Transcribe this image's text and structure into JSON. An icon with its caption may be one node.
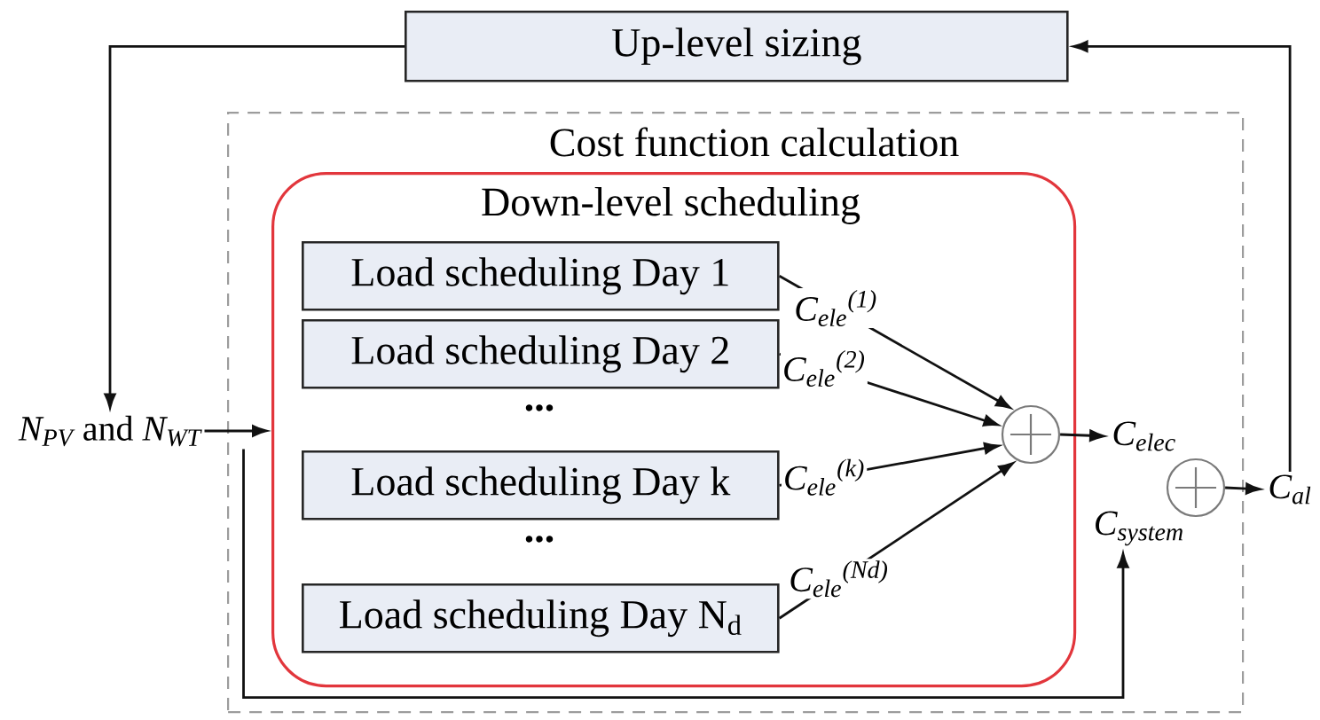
{
  "diagram": {
    "nodes": [
      {
        "text": [
          "Up-level sizing"
        ]
      },
      {
        "text": [
          "Cost function calculation"
        ]
      },
      {
        "text": [
          "Down-level scheduling"
        ],
        "in": 1
      },
      {
        "text": [
          "Load scheduling Day 1"
        ],
        "in": 2
      },
      {
        "text": [
          "Load scheduling Day 2"
        ],
        "in": 2
      },
      {
        "text": [
          "Load scheduling Day k"
        ],
        "in": 2
      },
      {
        "text": [
          "Load scheduling Day N$_{d}$"
        ],
        "in": 2
      },
      {
        "text": [],
        "shape": "circle",
        "in": 2
      },
      {
        "text": [
          "*N$_{PV}$* and *N$_{WT}$*"
        ]
      },
      {
        "text": [
          "C$_{elec}$"
        ],
        "in": 1
      },
      {
        "text": [],
        "shape": "circle",
        "in": 1
      },
      {
        "text": [
          "C$_{system}$"
        ],
        "in": 1
      },
      {
        "text": [
          "C$_{al}$"
        ]
      }
    ],
    "edges": [
      {
        "from": 0,
        "to": 8,
        "arrow": "to"
      },
      {
        "from": 8,
        "to": 2,
        "arrow": "to"
      },
      {
        "from": 8,
        "to": 11,
        "arrow": "to"
      },
      {
        "from": 3,
        "to": 7,
        "arrow": "to",
        "label": "C$_{ele}$$^{(1)}$"
      },
      {
        "from": 4,
        "to": 7,
        "arrow": "to",
        "label": "C$_{ele}$$^{(2)}$"
      },
      {
        "from": 5,
        "to": 7,
        "arrow": "to",
        "label": "C$_{ele}$$^{(k)}$"
      },
      {
        "from": 6,
        "to": 7,
        "arrow": "to",
        "label": "C$_{ele}$$^{(Nd)}$"
      },
      {
        "from": 7,
        "to": 9,
        "arrow": "to"
      },
      {
        "from": 10,
        "to": 12,
        "arrow": "to"
      },
      {
        "from": 12,
        "to": 0,
        "arrow": "to"
      }
    ],
    "labels": [
      "...",
      "..."
    ]
  }
}
